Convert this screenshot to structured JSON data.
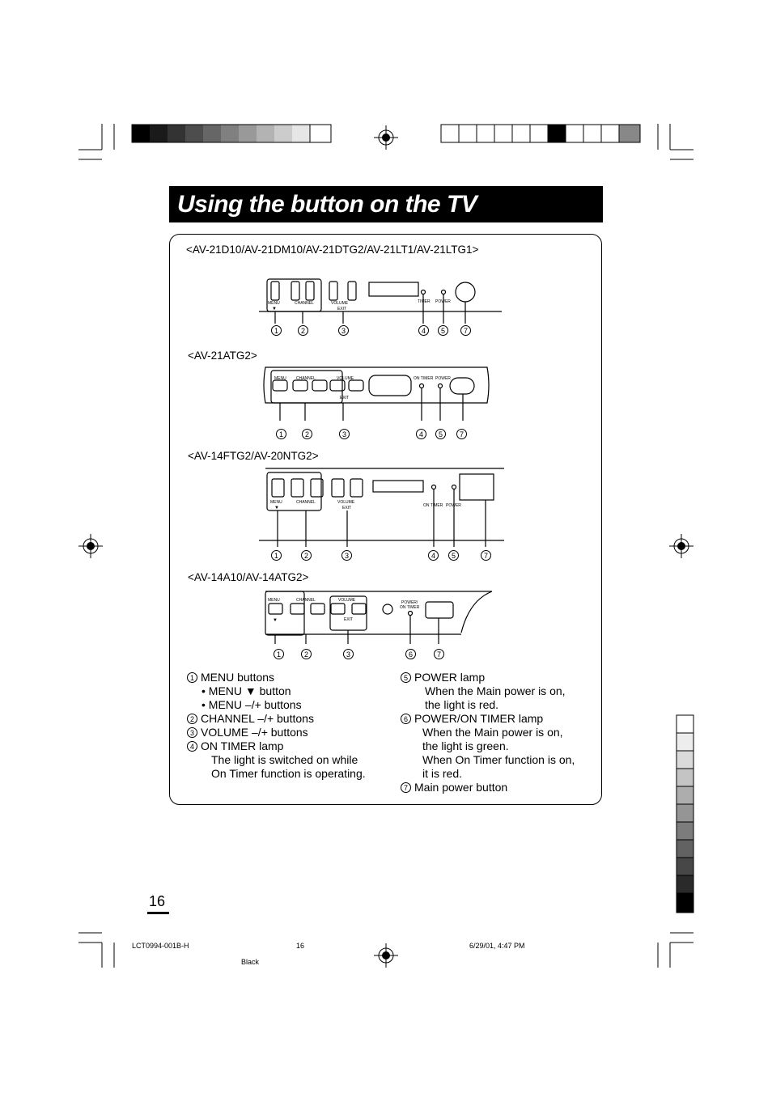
{
  "title": "Using the button on the TV",
  "models": [
    {
      "label": "<AV-21D10/AV-21DM10/AV-21DTG2/AV-21LT1/AV-21LTG1>"
    },
    {
      "label": "<AV-21ATG2>"
    },
    {
      "label": "<AV-14FTG2/AV-20NTG2>"
    },
    {
      "label": "<AV-14A10/AV-14ATG2>"
    }
  ],
  "panel_labels": {
    "menu": "MENU",
    "channel": "CHANNEL",
    "volume": "VOLUME",
    "exit": "EXIT",
    "on_timer": "ON TIMER",
    "power": "POWER",
    "power_on_timer": "POWER/ ON TIMER",
    "minus": "–",
    "plus": "+"
  },
  "callouts": {
    "c1": "1",
    "c2": "2",
    "c3": "3",
    "c4": "4",
    "c5": "5",
    "c6": "6",
    "c7": "7"
  },
  "legend": {
    "left": [
      {
        "num": "1",
        "text": "MENU buttons"
      },
      {
        "num": "",
        "text": "• MENU ▼ button"
      },
      {
        "num": "",
        "text": "• MENU –/+ buttons"
      },
      {
        "num": "2",
        "text": "CHANNEL –/+ buttons"
      },
      {
        "num": "3",
        "text": "VOLUME –/+ buttons"
      },
      {
        "num": "4",
        "text": "ON TIMER lamp"
      },
      {
        "num": "",
        "text": "The light is switched on while"
      },
      {
        "num": "",
        "text": "On Timer function is operating."
      }
    ],
    "right": [
      {
        "num": "5",
        "text": "POWER lamp"
      },
      {
        "num": "",
        "text": "When the Main power is on,"
      },
      {
        "num": "",
        "text": "the light is red."
      },
      {
        "num": "6",
        "text": "POWER/ON TIMER lamp"
      },
      {
        "num": "",
        "text": "When the Main power is on,"
      },
      {
        "num": "",
        "text": "the light is green."
      },
      {
        "num": "",
        "text": "When On Timer function is on,"
      },
      {
        "num": "",
        "text": "it is red."
      },
      {
        "num": "7",
        "text": "Main power button"
      }
    ]
  },
  "page_number": "16",
  "footer": {
    "code": "LCT0994-001B-H",
    "page": "16",
    "date": "6/29/01, 4:47 PM",
    "color": "Black"
  },
  "colors": {
    "accent": "#000000",
    "background": "#ffffff"
  }
}
